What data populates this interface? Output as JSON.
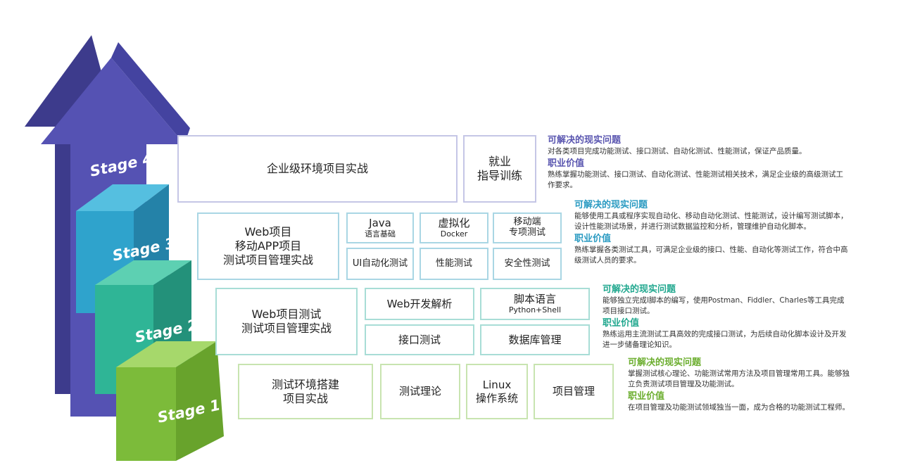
{
  "stages": [
    {
      "label": "Stage 4",
      "boxes": [
        {
          "name": "enterprise-project",
          "text": "企业级环境项目实战"
        },
        {
          "name": "employment-guidance",
          "text": "就业\n指导训练"
        }
      ],
      "problem_title": "可解决的现实问题",
      "problem_text": "对各类项目完成功能测试、接口测试、自动化测试、性能测试，保证产品质量。",
      "value_title": "职业价值",
      "value_text": "熟练掌握功能测试、接口测试、自动化测试、性能测试相关技术，满足企业级的高级测试工作要求。"
    },
    {
      "label": "Stage 3",
      "boxes": [
        {
          "name": "web-app-project",
          "text": "Web项目\n移动APP项目\n测试项目管理实战"
        },
        {
          "name": "java-basics",
          "text": "Java",
          "sub": "语言基础"
        },
        {
          "name": "virtualization",
          "text": "虚拟化",
          "sub": "Docker"
        },
        {
          "name": "mobile-testing",
          "text": "移动端\n专项测试"
        },
        {
          "name": "ui-automation",
          "text": "UI自动化测试"
        },
        {
          "name": "performance-testing",
          "text": "性能测试"
        },
        {
          "name": "security-testing",
          "text": "安全性测试"
        }
      ],
      "problem_title": "可解决的现实问题",
      "problem_text": "能够使用工具或程序实现自动化、移动自动化测试、性能测试，设计编写测试脚本，设计性能测试场景，并进行测试数据监控和分析，管理维护自动化脚本。",
      "value_title": "职业价值",
      "value_text": "熟练掌握各类测试工具，可满足企业级的接口、性能、自动化等测试工作，符合中高级测试人员的要求。"
    },
    {
      "label": "Stage 2",
      "boxes": [
        {
          "name": "web-project-testing",
          "text": "Web项目测试\n测试项目管理实战"
        },
        {
          "name": "web-dev-analysis",
          "text": "Web开发解析"
        },
        {
          "name": "script-language",
          "text": "脚本语言",
          "sub": "Python+Shell"
        },
        {
          "name": "api-testing",
          "text": "接口测试"
        },
        {
          "name": "database-management",
          "text": "数据库管理"
        }
      ],
      "problem_title": "可解决的现实问题",
      "problem_text": "能够独立完成l脚本的编写，使用Postman、Fiddler、Charles等工具完成项目接口测试。",
      "value_title": "职业价值",
      "value_text": "熟练运用主流测试工具高效的完成接口测试，为后续自动化脚本设计及开发进一步储备理论知识。"
    },
    {
      "label": "Stage 1",
      "boxes": [
        {
          "name": "test-environment",
          "text": "测试环境搭建\n项目实战"
        },
        {
          "name": "test-theory",
          "text": "测试理论"
        },
        {
          "name": "linux-os",
          "text": "Linux\n操作系统"
        },
        {
          "name": "project-management",
          "text": "项目管理"
        }
      ],
      "problem_title": "可解决的现实问题",
      "problem_text": "掌握测试核心理论、功能测试常用方法及项目管理常用工具。能够独立负责测试项目管理及功能测试。",
      "value_title": "职业价值",
      "value_text": "在项目管理及功能测试领域独当一面，成为合格的功能测试工程师。"
    }
  ],
  "colors": {
    "stage4": "#4b4aa3",
    "stage3": "#2d9fc7",
    "stage2": "#2fb596",
    "stage1": "#7cbb3a"
  }
}
